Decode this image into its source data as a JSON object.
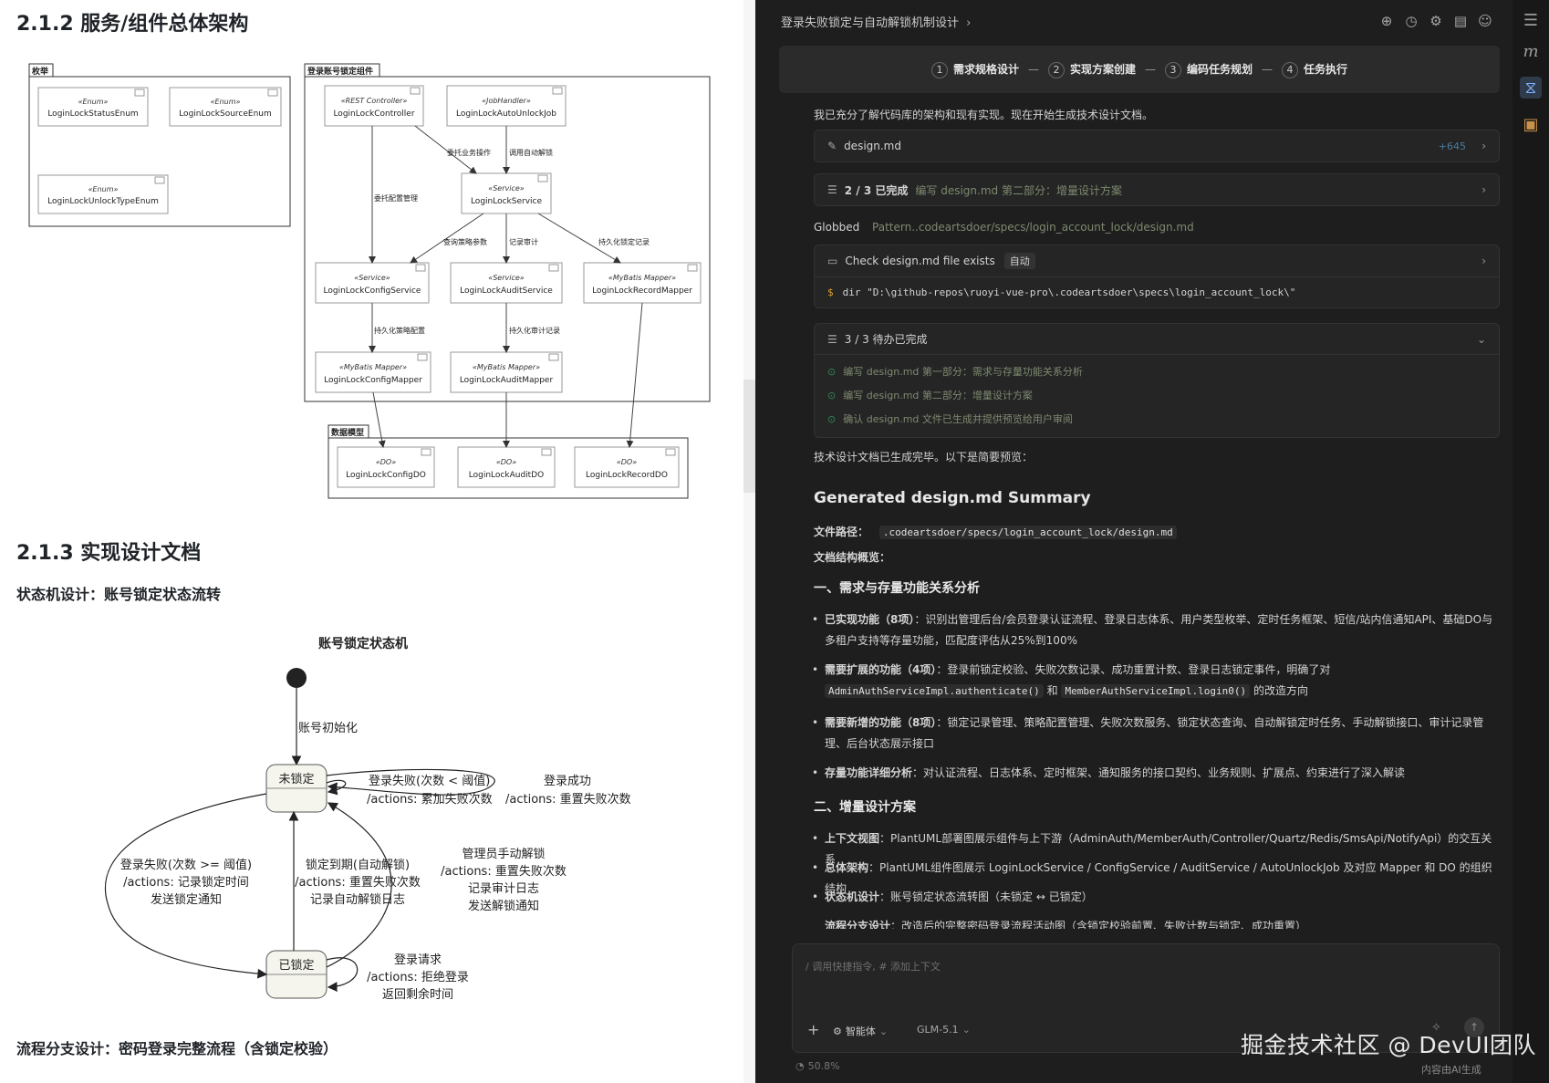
{
  "doc": {
    "h_212": "2.1.2 服务/组件总体架构",
    "h_213": "2.1.3 实现设计文档",
    "state_machine_heading": "状态机设计：账号锁定状态流转",
    "flow_heading": "流程分支设计：密码登录完整流程（含锁定校验）",
    "component_diagram": {
      "pkg_enum": "枚举",
      "pkg_component": "登录账号锁定组件",
      "pkg_model": "数据模型",
      "stereo_enum": "«Enum»",
      "stereo_rest": "«REST Controller»",
      "stereo_job": "«JobHandler»",
      "stereo_service": "«Service»",
      "stereo_mapper": "«MyBatis Mapper»",
      "stereo_do": "«DO»",
      "enum_status": "LoginLockStatusEnum",
      "enum_source": "LoginLockSourceEnum",
      "enum_unlock": "LoginLockUnlockTypeEnum",
      "controller": "LoginLockController",
      "job": "LoginLockAutoUnlockJob",
      "service": "LoginLockService",
      "config_service": "LoginLockConfigService",
      "audit_service": "LoginLockAuditService",
      "record_mapper": "LoginLockRecordMapper",
      "config_mapper": "LoginLockConfigMapper",
      "audit_mapper": "LoginLockAuditMapper",
      "config_do": "LoginLockConfigDO",
      "audit_do": "LoginLockAuditDO",
      "record_do": "LoginLockRecordDO",
      "edge_delegate_biz": "委托业务操作",
      "edge_call_unlock": "调用自动解锁",
      "edge_delegate_config": "委托配置管理",
      "edge_query_policy": "查询策略参数",
      "edge_record_audit": "记录审计",
      "edge_persist_lock": "持久化锁定记录",
      "edge_persist_policy": "持久化策略配置",
      "edge_persist_audit": "持久化审计记录"
    },
    "state_diagram": {
      "title": "账号锁定状态机",
      "state_unlocked": "未锁定",
      "state_locked": "已锁定",
      "init": "账号初始化",
      "self_fail_1": "登录失败(次数 < 阈值)",
      "self_fail_2": "/actions: 累加失败次数",
      "self_success_1": "登录成功",
      "self_success_2": "/actions: 重置失败次数",
      "lock_1": "登录失败(次数 >= 阈值)",
      "lock_2": "/actions: 记录锁定时间",
      "lock_3": "发送锁定通知",
      "auto_1": "锁定到期(自动解锁)",
      "auto_2": "/actions: 重置失败次数",
      "auto_3": "记录自动解锁日志",
      "manual_1": "管理员手动解锁",
      "manual_2": "/actions: 重置失败次数",
      "manual_3": "记录审计日志",
      "manual_4": "发送解锁通知",
      "locked_req_1": "登录请求",
      "locked_req_2": "/actions: 拒绝登录",
      "locked_req_3": "返回剩余时间"
    }
  },
  "chat": {
    "header_title": "登录失败锁定与自动解锁机制设计",
    "steps": [
      {
        "num": "1",
        "label": "需求规格设计"
      },
      {
        "num": "2",
        "label": "实现方案创建"
      },
      {
        "num": "3",
        "label": "编码任务规划"
      },
      {
        "num": "4",
        "label": "任务执行"
      }
    ],
    "step_sep": "—",
    "intro": "我已充分了解代码库的架构和现有实现。现在开始生成技术设计文档。",
    "file_card": {
      "name": "design.md",
      "diff": "+645"
    },
    "progress_card": {
      "count": "2 / 3 已完成",
      "desc": "编写 design.md 第二部分：增量设计方案"
    },
    "globbed": {
      "label": "Globbed",
      "pattern": "Pattern..codeartsdoer/specs/login_account_lock/design.md"
    },
    "check_card": {
      "title": "Check design.md file exists",
      "badge": "自动",
      "prompt": "$",
      "cmd": "dir \"D:\\github-repos\\ruoyi-vue-pro\\.codeartsdoer\\specs\\login_account_lock\\\""
    },
    "todo_card": {
      "title": "3 / 3 待办已完成",
      "items": [
        "编写 design.md 第一部分：需求与存量功能关系分析",
        "编写 design.md 第二部分：增量设计方案",
        "确认 design.md 文件已生成并提供预览给用户审阅"
      ]
    },
    "done_text": "技术设计文档已生成完毕。以下是简要预览：",
    "summary_title": "Generated design.md Summary",
    "file_path_label": "文件路径：",
    "file_path": ".codeartsdoer/specs/login_account_lock/design.md",
    "structure_label": "文档结构概览：",
    "section1": "一、需求与存量功能关系分析",
    "bullets1": [
      {
        "bold": "已实现功能（8项）",
        "text": "：识别出管理后台/会员登录认证流程、登录日志体系、用户类型枚举、定时任务框架、短信/站内信通知API、基础DO与多租户支持等存量功能，匹配度评估从25%到100%"
      },
      {
        "bold": "需要扩展的功能（4项）",
        "text": "：登录前锁定校验、失败次数记录、成功重置计数、登录日志锁定事件，明确了对",
        "code1": "AdminAuthServiceImpl.authenticate()",
        "mid": "和",
        "code2": "MemberAuthServiceImpl.login0()",
        "tail": "的改造方向"
      },
      {
        "bold": "需要新增的功能（8项）",
        "text": "：锁定记录管理、策略配置管理、失败次数服务、锁定状态查询、自动解锁定时任务、手动解锁接口、审计记录管理、后台状态展示接口"
      },
      {
        "bold": "存量功能详细分析",
        "text": "：对认证流程、日志体系、定时框架、通知服务的接口契约、业务规则、扩展点、约束进行了深入解读"
      }
    ],
    "section2": "二、增量设计方案",
    "bullets2": [
      {
        "bold": "上下文视图",
        "text": "：PlantUML部署图展示组件与上下游（AdminAuth/MemberAuth/Controller/Quartz/Redis/SmsApi/NotifyApi）的交互关系"
      },
      {
        "bold": "总体架构",
        "text": "：PlantUML组件图展示 LoginLockService / ConfigService / AuditService / AutoUnlockJob 及对应 Mapper 和 DO 的组织结构"
      },
      {
        "bold": "状态机设计",
        "text": "：账号锁定状态流转图（未锁定 ↔ 已锁定）"
      },
      {
        "bold": "流程分支设计",
        "text": "：改造后的完整密码登录流程活动图（含锁定校验前置、失败计数与锁定、成功重置）"
      }
    ],
    "input_placeholder": "/ 调用快捷指令, # 添加上下文",
    "agent_label": "智能体",
    "model_label": "GLM-5.1",
    "context_usage": "50.8%",
    "watermark": "掘金技术社区 @ DevUI团队",
    "ai_note": "内容由AI生成"
  }
}
